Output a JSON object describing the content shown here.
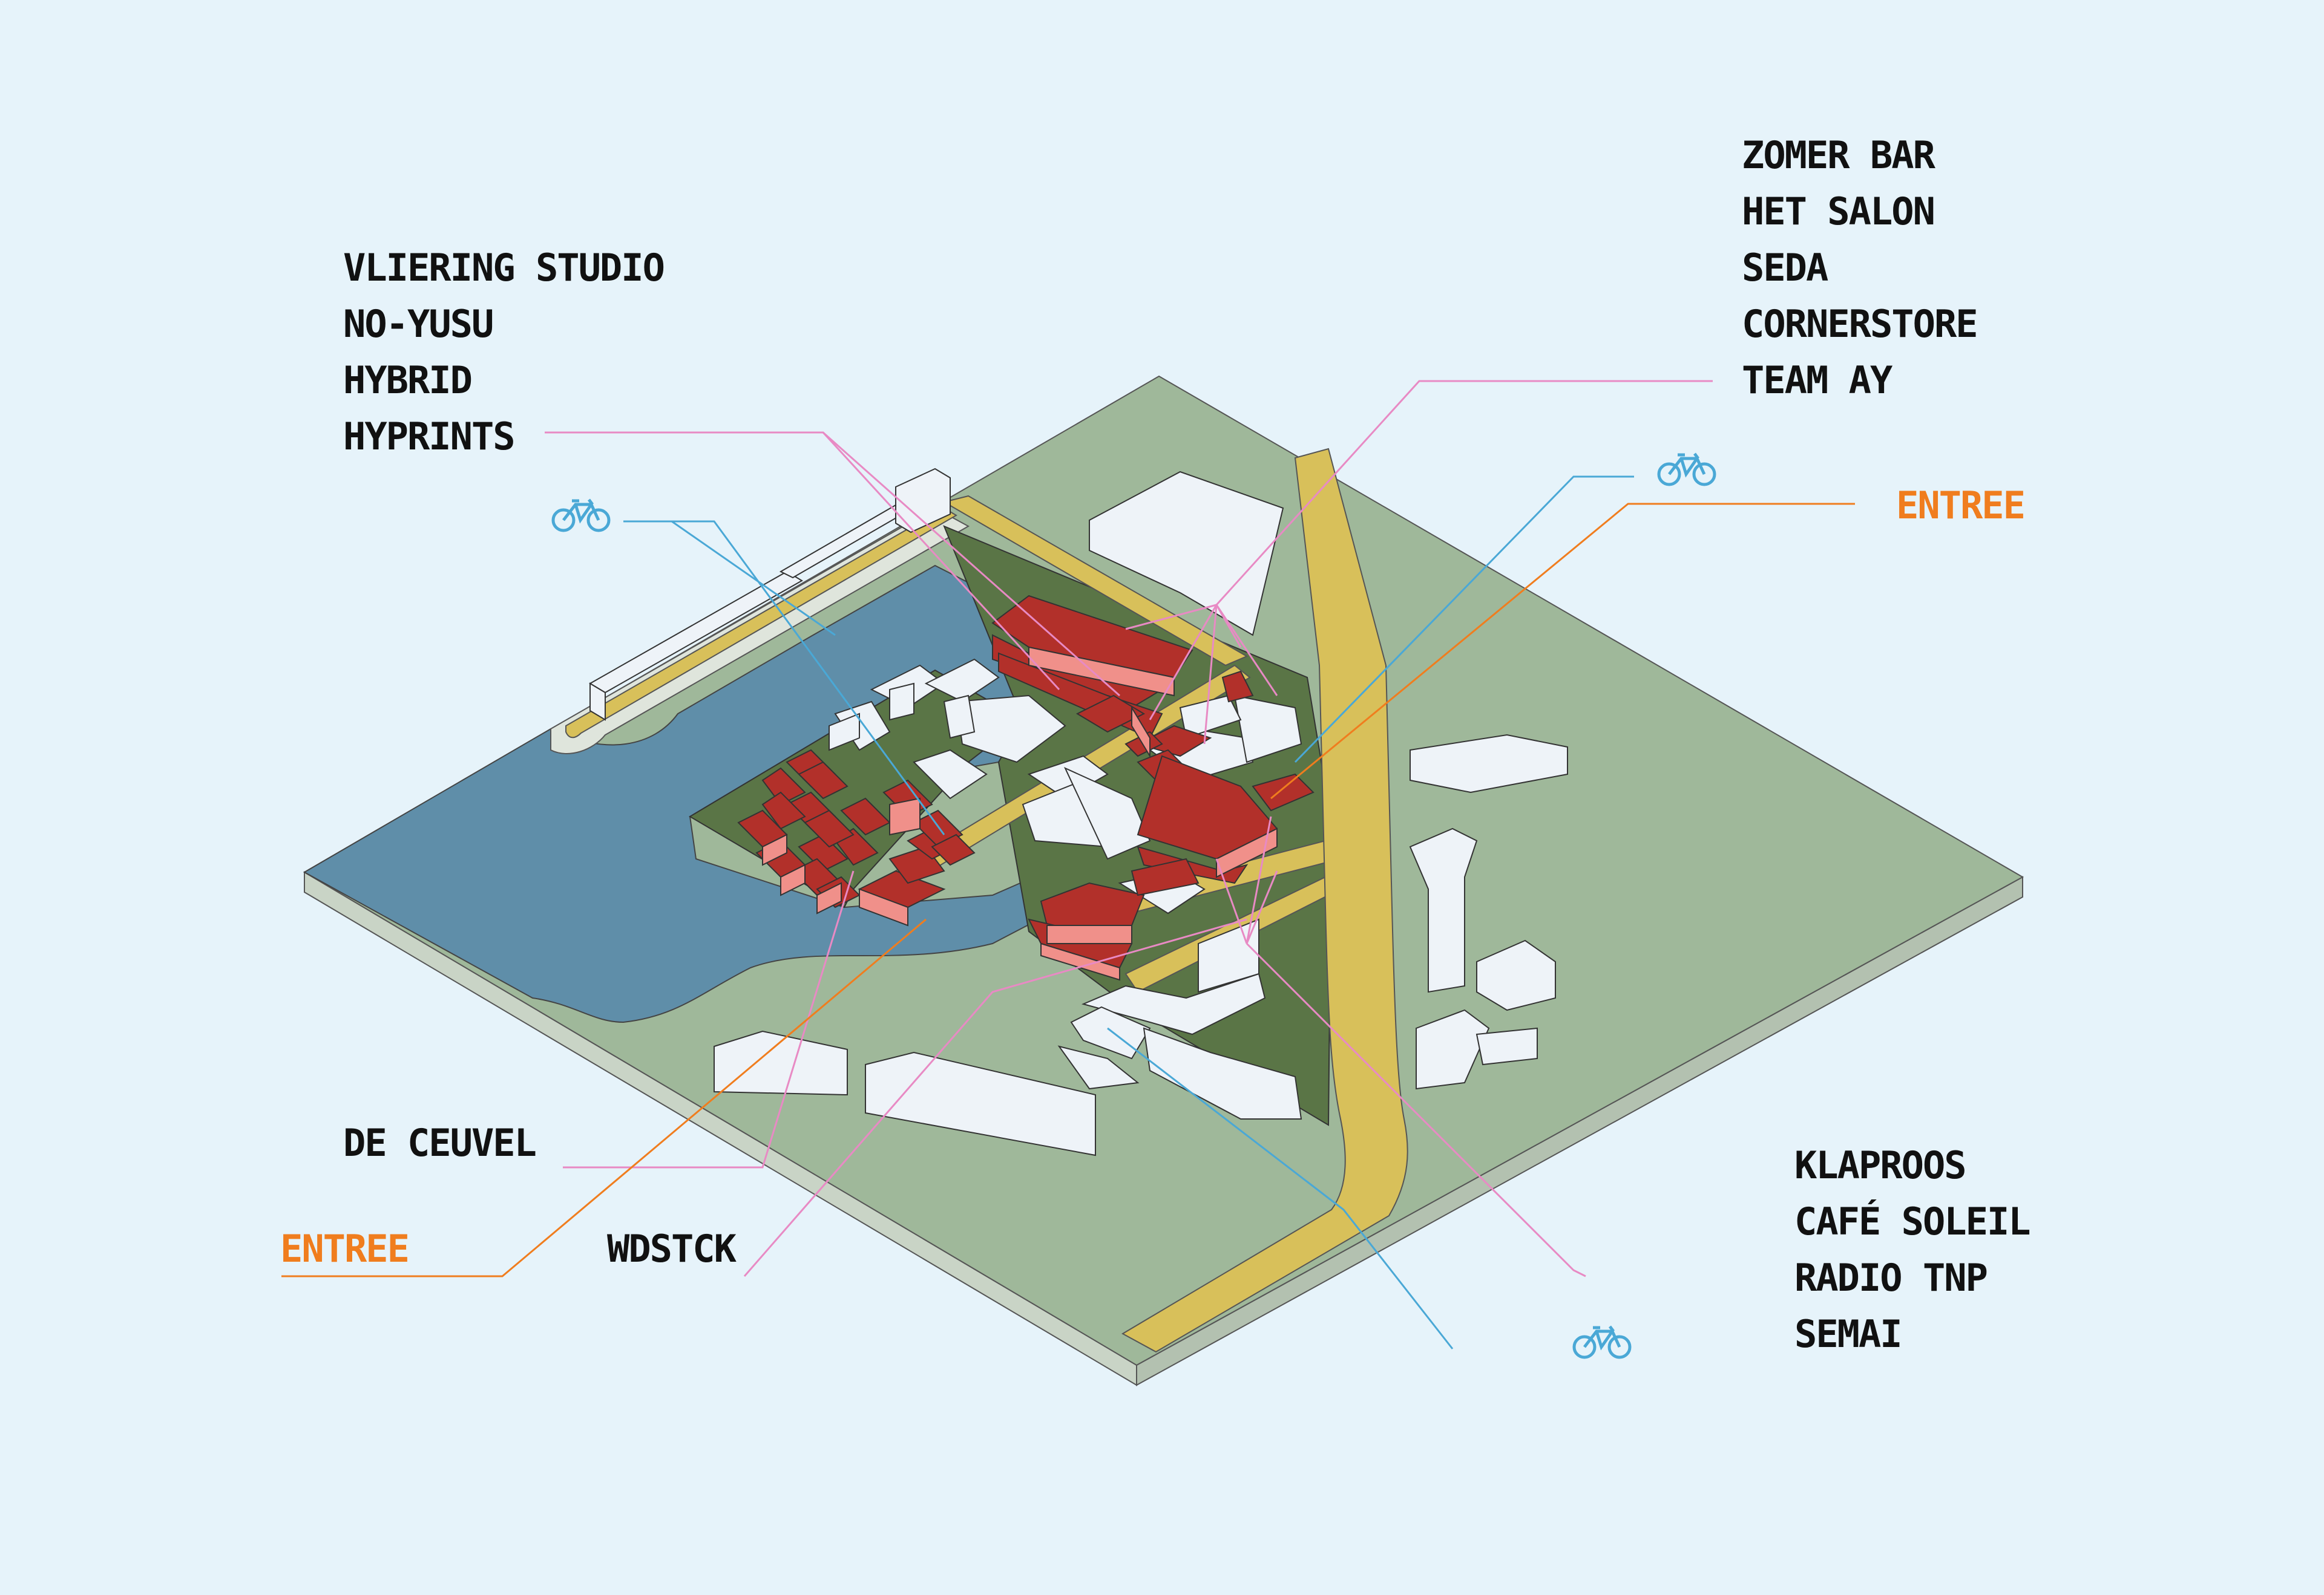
{
  "colors": {
    "background": "#e6f3fa",
    "water": "#5f8ea9",
    "land": "#9fb89a",
    "site": "#5a7546",
    "road": "#d8c05a",
    "quay": "#dfe5dc",
    "building": "#eef3f8",
    "highlight_building": "#b2302a",
    "highlight_building_side": "#f0908a",
    "leader_pink": "#e88ac4",
    "leader_blue": "#4aa8d6",
    "leader_orange": "#f07d1e",
    "label_text": "#111111",
    "entree_text": "#f07d1e"
  },
  "labels": {
    "top_left_group": [
      "VLIERING STUDIO",
      "NO-YUSU",
      "HYBRID",
      "HYPRINTS"
    ],
    "top_right_group": [
      "ZOMER BAR",
      "HET SALON",
      "SEDA",
      "CORNERSTORE",
      "TEAM AY"
    ],
    "entree_right": "ENTREE",
    "de_ceuvel": "DE CEUVEL",
    "entree_left": "ENTREE",
    "wdstck": "WDSTCK",
    "bottom_right_group": [
      "KLAPROOS",
      "CAFÉ SOLEIL",
      "RADIO TNP",
      "SEMAI"
    ]
  },
  "icons": {
    "bike_top_left": "bicycle-icon",
    "bike_top_right": "bicycle-icon",
    "bike_bottom_right": "bicycle-icon"
  }
}
